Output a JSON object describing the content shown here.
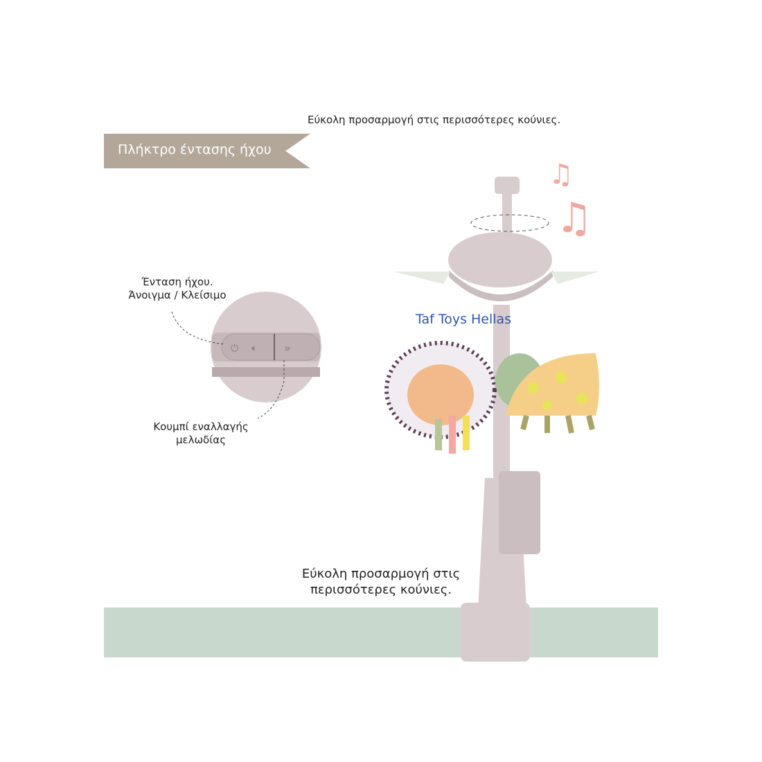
{
  "top_caption": "Εύκολη προσαρμογή στις περισσότερες κούνιες.",
  "ribbon_title": "Πλήκτρο έντασης ήχου",
  "labels": {
    "volume_line1": "Ένταση ήχου.",
    "volume_line2": "Άνοιγμα / Κλείσιμο",
    "melody_line1": "Κουμπί εναλλαγής",
    "melody_line2": "μελωδίας"
  },
  "brand_watermark": "Taf Toys Hellas",
  "bottom_caption_line1": "Εύκολη προσαρμογή στις",
  "bottom_caption_line2": "περισσότερες κούνιες.",
  "colors": {
    "ribbon": "#b3a79a",
    "product": "#d9cccf",
    "rail": "#c9d8cd",
    "notes": "#f0a8a0",
    "brand": "#2f57a8"
  }
}
